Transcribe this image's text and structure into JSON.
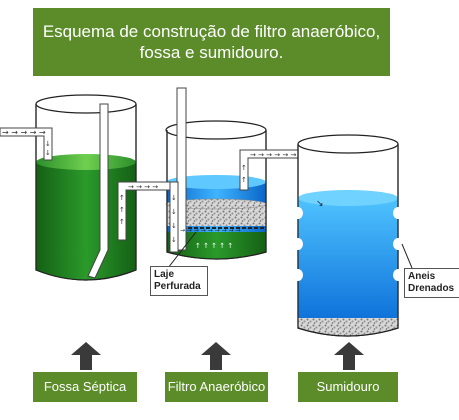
{
  "title": "Esquema de construção de filtro anaeróbico, fossa e sumidouro.",
  "labels": {
    "laje": "Laje Perfurada",
    "aneis": "Aneis Drenados"
  },
  "bottom": {
    "fossa": "Fossa Séptica",
    "filtro": "Filtro Anaeróbico",
    "sumidouro": "Sumidouro"
  },
  "colors": {
    "title_bg": "#5b8c29",
    "septic_liquid": "#1f7a1f",
    "filter_water": "#1a8fe8",
    "sink_water": "#1c8cf0",
    "gravel": "#bfbfbf",
    "arrow": "#3a3a3a"
  }
}
